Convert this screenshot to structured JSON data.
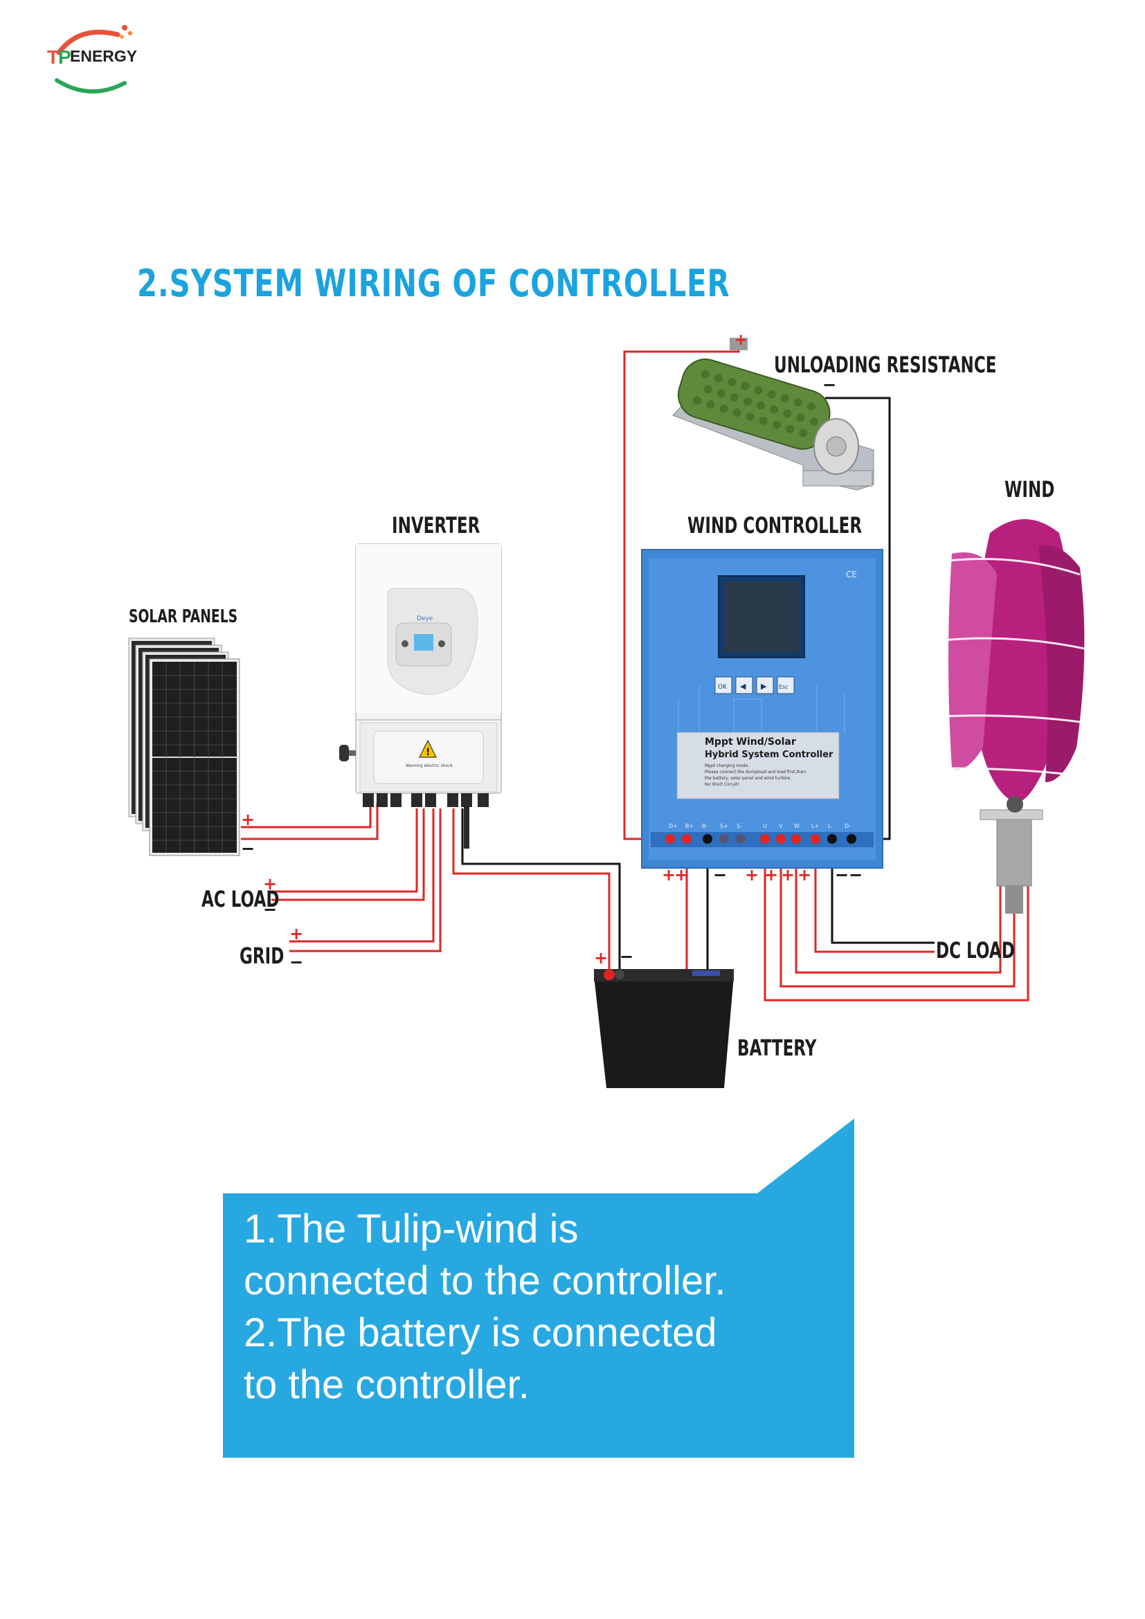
{
  "brand": {
    "logo_text": "ENERGY",
    "logo_mark": "TP"
  },
  "title": "2.SYSTEM WIRING OF CONTROLLER",
  "labels": {
    "unloading_resistance": "UNLOADING RESISTANCE",
    "wind": "WIND",
    "inverter": "INVERTER",
    "wind_controller": "WIND CONTROLLER",
    "solar_panels": "SOLAR PANELS",
    "ac_load": "AC LOAD",
    "grid": "GRID",
    "dc_load": "DC LOAD",
    "battery": "BATTERY"
  },
  "controller_panel": {
    "line1": "Mppt Wind/Solar",
    "line2": "Hybrid System Controller",
    "note1": "Mppt charging mode.",
    "note2": "Please connect the dumpload and load first,then",
    "note3": "the battery, solar panel and wind turbine.",
    "note4": "No Short Circuit!",
    "buttons": [
      "OK",
      "◀",
      "▶",
      "Esc"
    ],
    "terminals": [
      "D+",
      "B+",
      "B-",
      "S+",
      "S-",
      "U",
      "V",
      "W",
      "L+",
      "L-",
      "D-"
    ],
    "ce": "CE"
  },
  "inverter_brand": "Deye",
  "inverter_warning": "Warning electric shock",
  "callout": {
    "line1": "1.The Tulip-wind is",
    "line2": "connected to the controller.",
    "line3": "2.The battery is connected",
    "line4": "to the controller."
  },
  "colors": {
    "accent": "#1aa3df",
    "callout": "#27a8e1",
    "wire_pos": "#e02424",
    "wire_neg": "#111111",
    "wind_turbine": "#b8207e",
    "controller": "#3d86d8"
  }
}
